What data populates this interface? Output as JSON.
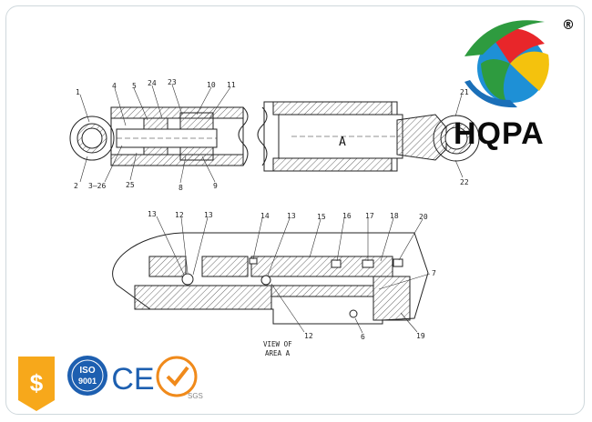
{
  "brand": {
    "name": "HQPA",
    "registered_mark": "®",
    "logo_colors": [
      "#1e90d6",
      "#e8262a",
      "#f4c20d",
      "#2e9b3f",
      "#1a6fb8"
    ]
  },
  "diagram": {
    "area_label": "A",
    "view_label_line1": "VIEW OF",
    "view_label_line2": "AREA A",
    "top_callouts": [
      "1",
      "2",
      "3—26",
      "4",
      "5",
      "24",
      "23",
      "10",
      "11",
      "25",
      "8",
      "9",
      "21",
      "22"
    ],
    "detail_callouts": [
      "13",
      "12",
      "13",
      "14",
      "13",
      "15",
      "16",
      "17",
      "18",
      "20",
      "7",
      "12",
      "6",
      "19"
    ]
  },
  "certifications": {
    "iso_line1": "ISO",
    "iso_line2": "9001",
    "ce": "CE",
    "sgs": "SGS",
    "icons": [
      "dollar-badge-icon",
      "iso-9001-icon",
      "ce-mark-icon",
      "sgs-certified-icon"
    ]
  }
}
